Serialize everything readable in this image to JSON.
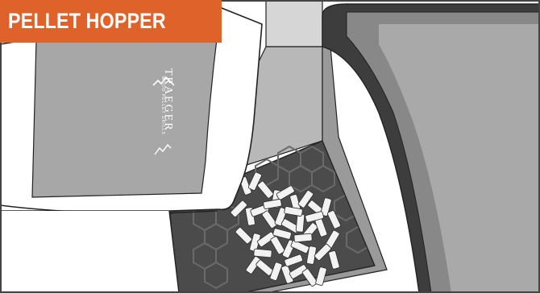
{
  "title": "PELLET HOPPER",
  "brand": {
    "name": "TRAEGER",
    "tagline": "WOOD PELLET GRILLS"
  },
  "colors": {
    "banner": "#e0622b",
    "hopper_dark": "#4a4a4a",
    "lid_dark": "#3c3c3c",
    "bag": "#a7a7a7"
  }
}
